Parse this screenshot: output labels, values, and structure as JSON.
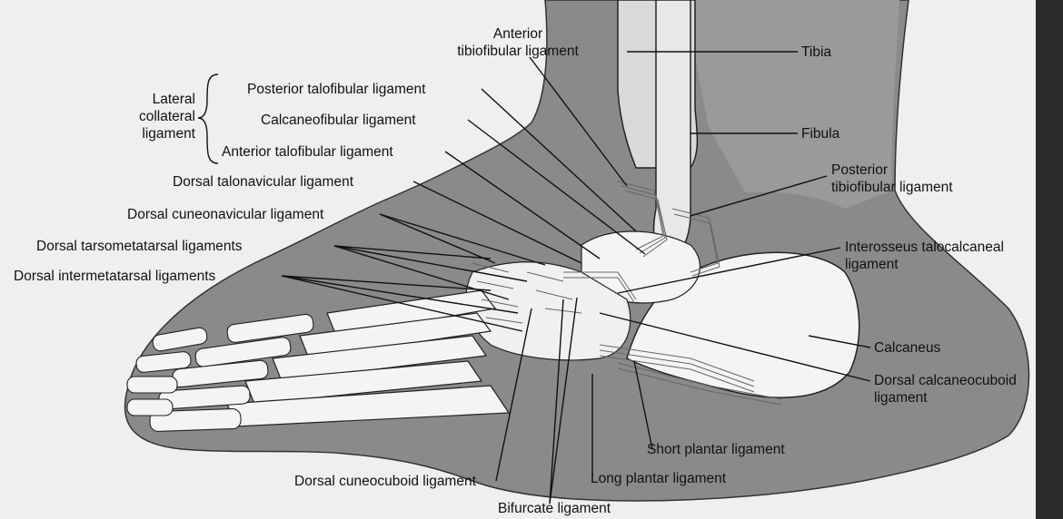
{
  "labels": {
    "anterior_tibiofibular": [
      "Anterior",
      "tibiofibular ligament"
    ],
    "posterior_talofibular": "Posterior talofibular ligament",
    "calcaneofibular": "Calcaneofibular ligament",
    "anterior_talofibular": "Anterior talofibular ligament",
    "lateral_collateral": [
      "Lateral",
      "collateral",
      "ligament"
    ],
    "dorsal_talonavicular": "Dorsal talonavicular ligament",
    "dorsal_cuneonavicular": "Dorsal cuneonavicular ligament",
    "dorsal_tarsometatarsal": "Dorsal tarsometatarsal ligaments",
    "dorsal_intermetatarsal": "Dorsal intermetatarsal ligaments",
    "tibia": "Tibia",
    "fibula": "Fibula",
    "posterior_tibiofibular": [
      "Posterior",
      "tibiofibular ligament"
    ],
    "interosseus_talocalcaneal": [
      "Interosseus talocalcaneal",
      "ligament"
    ],
    "calcaneus": "Calcaneus",
    "dorsal_calcaneocuboid": [
      "Dorsal calcaneocuboid",
      "ligament"
    ],
    "short_plantar": "Short plantar ligament",
    "long_plantar": "Long plantar ligament",
    "dorsal_cuneocuboid": "Dorsal cuneocuboid ligament",
    "bifurcate": "Bifurcate ligament"
  },
  "colors": {
    "skin": "#8a8a8a",
    "bone": "#f2f2f2",
    "page": "#eeeeee",
    "line": "#111111"
  }
}
